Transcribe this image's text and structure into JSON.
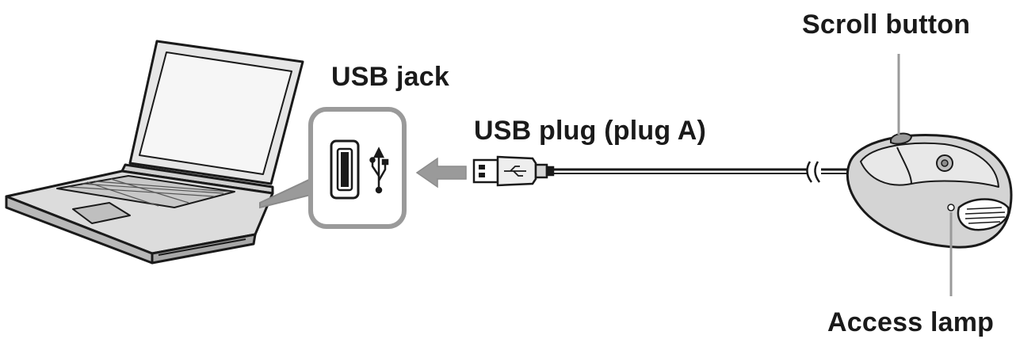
{
  "labels": {
    "scroll_button": "Scroll button",
    "usb_jack": "USB jack",
    "usb_plug": "USB plug (plug A)",
    "access_lamp": "Access lamp"
  },
  "icons": {
    "laptop": "laptop-icon",
    "usb_port": "usb-port-icon",
    "usb_symbol": "usb-symbol-icon",
    "arrow": "arrow-left-icon",
    "usb_plug": "usb-plug-icon",
    "cable": "cable",
    "mouse": "mouse-icon"
  },
  "colors": {
    "line": "#1a1a1a",
    "gray_fill": "#d4d4d4",
    "light_fill": "#eeeeee",
    "arrow": "#9a9a9a",
    "callout": "#9a9a9a"
  }
}
